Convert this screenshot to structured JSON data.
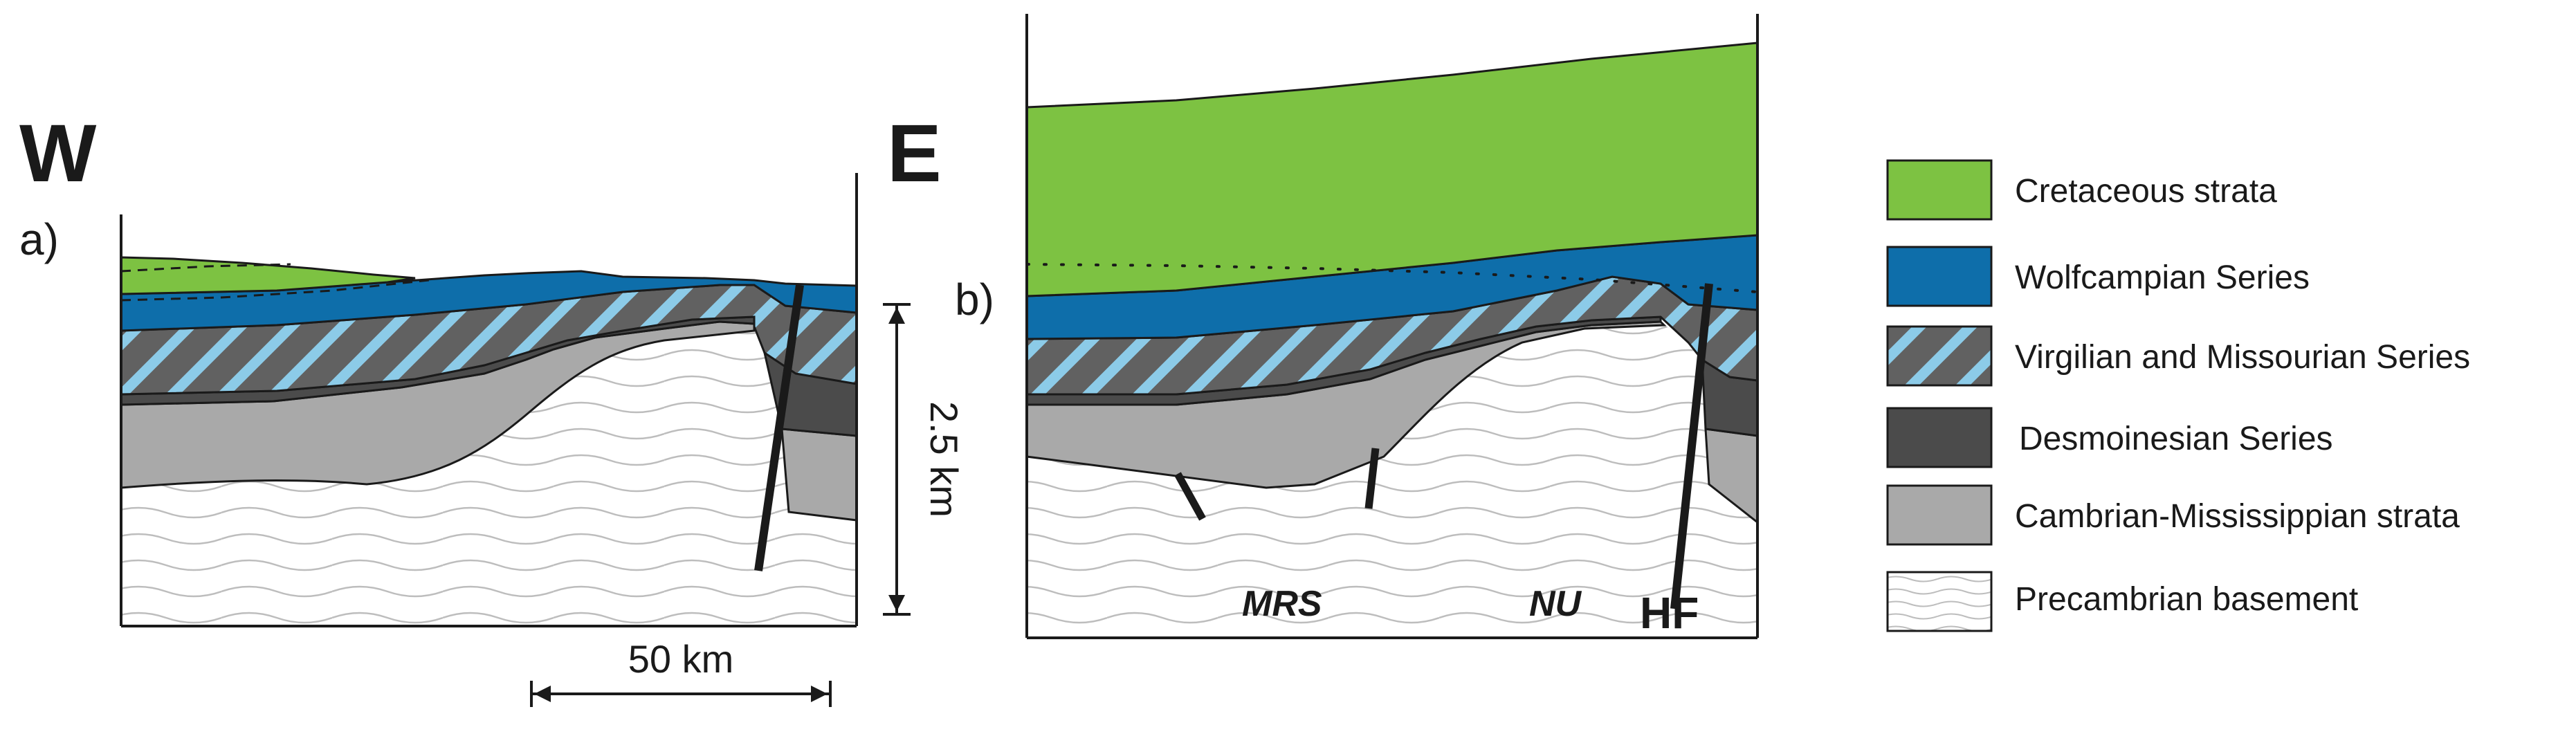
{
  "panel_a": {
    "label": "a)",
    "west": "W",
    "east": "E",
    "vertical_scale": "2.5 km",
    "horizontal_scale": "50 km"
  },
  "panel_b": {
    "label": "b)",
    "faults": {
      "mrs": "MRS",
      "nu": "NU",
      "hf": "HF"
    }
  },
  "legend": {
    "items": [
      {
        "label": "Cretaceous strata",
        "color": "#7dc242",
        "pattern": "solid"
      },
      {
        "label": "Wolfcampian  Series",
        "color": "#0e6eaa",
        "pattern": "solid"
      },
      {
        "label": "Virgilian and Missourian Series",
        "color": "#606060",
        "pattern": "hatch-light-blue"
      },
      {
        "label": "Desmoinesian Series",
        "color": "#4a4a4a",
        "pattern": "solid"
      },
      {
        "label": "Cambrian-Mississippian strata",
        "color": "#a8a8a8",
        "pattern": "solid"
      },
      {
        "label": "Precambrian basement",
        "color": "#ffffff",
        "pattern": "wavy-lines"
      }
    ]
  }
}
